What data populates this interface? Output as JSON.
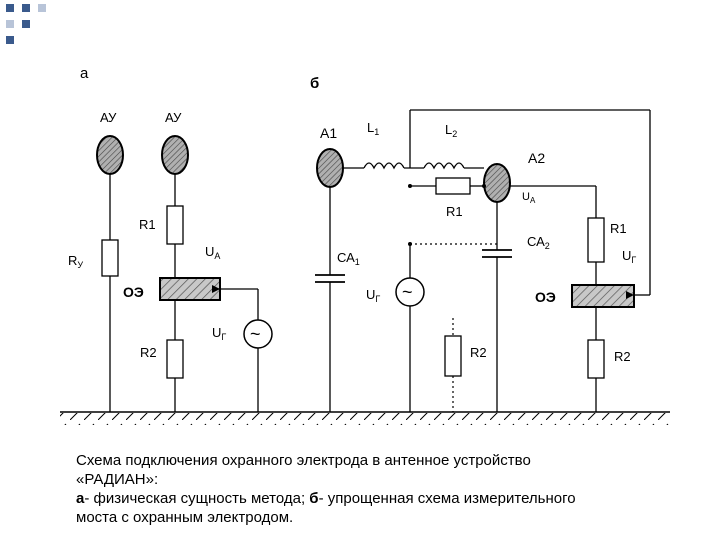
{
  "labels": {
    "panel_a": "а",
    "panel_b": "б",
    "au_left": "АУ",
    "au_right": "АУ",
    "a1": "А1",
    "l1": "L",
    "l1_sub": "1",
    "l2": "L",
    "l2_sub": "2",
    "a2": "А2",
    "ua_top": "U",
    "ua_top_sub": "A",
    "r1_mid": "R1",
    "r1_left": "R1",
    "r1_right": "R1",
    "ua_left": "U",
    "ua_left_sub": "A",
    "ry": "R",
    "ry_sub": "У",
    "ca1": "СА",
    "ca1_sub": "1",
    "ca2": "СА",
    "ca2_sub": "2",
    "ug_right": "U",
    "ug_right_sub": "Г",
    "ug_mid": "U",
    "ug_mid_sub": "Г",
    "ug_left": "U",
    "ug_left_sub": "Г",
    "oe_left": "ОЭ",
    "oe_right": "ОЭ",
    "r2_left": "R2",
    "r2_mid": "R2",
    "r2_right": "R2",
    "tilde": "~"
  },
  "caption": {
    "line1": "Схема подключения охранного электрода в антенное устройство",
    "line2": "«РАДИАН»:",
    "line3_bold_a": "а",
    "line3_text_a": "- физическая сущность метода; ",
    "line3_bold_b": "б",
    "line3_text_b": "- упрощенная схема измерительного",
    "line4": "моста с охранным электродом."
  },
  "colors": {
    "line": "#000000",
    "electrode_fill": "#888888",
    "guard_fill": "#bbbbbb",
    "deco_blue": "#3a5a8c",
    "deco_light": "#b8c4d8"
  }
}
